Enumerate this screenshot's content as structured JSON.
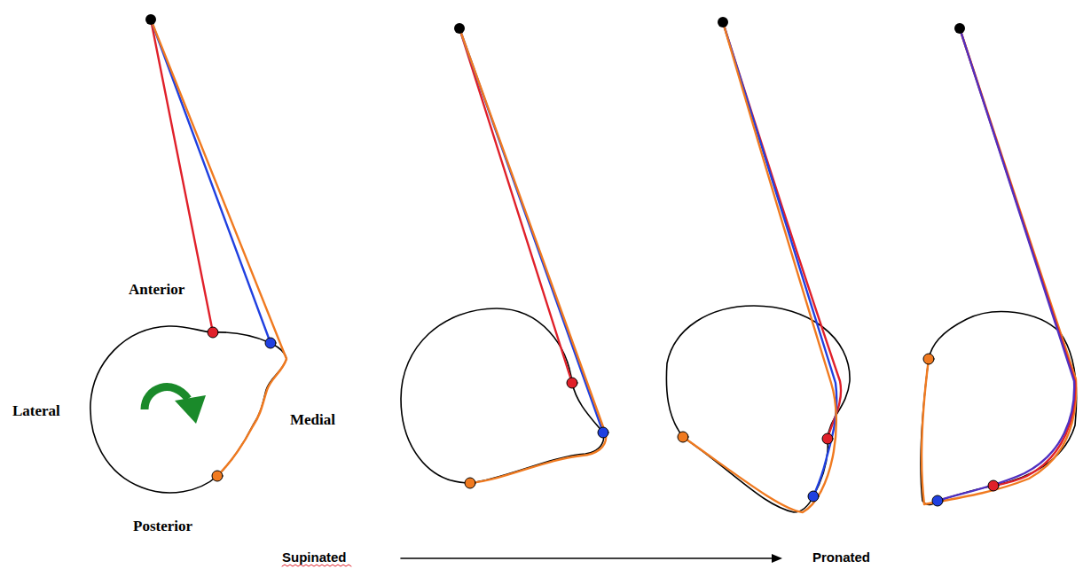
{
  "diagram": {
    "labels": [
      "Anterior",
      "Lateral",
      "Medial",
      "Posterior",
      "Supinated",
      "Pronated"
    ]
  }
}
